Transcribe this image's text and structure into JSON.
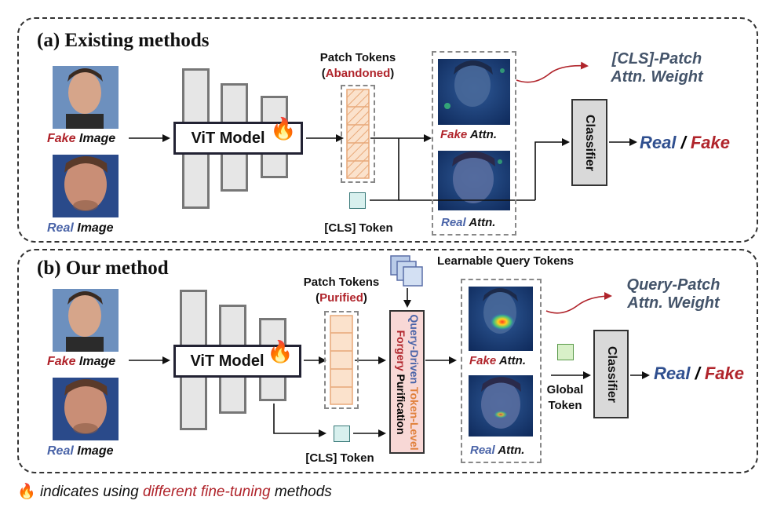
{
  "existing": {
    "title": "(a) Existing methods",
    "fake_word": "Fake",
    "fake_image_word": "Image",
    "real_word": "Real",
    "real_image_word": "Image",
    "vit_label": "ViT Model",
    "patch_tokens_line1": "Patch Tokens",
    "patch_tokens_paren_open": "(",
    "patch_tokens_status": "Abandoned",
    "patch_tokens_paren_close": ")",
    "cls_token": "[CLS] Token",
    "fake_attn_word": "Fake",
    "real_attn_word": "Real",
    "attn_word": "Attn.",
    "weight_line1": "[CLS]-Patch",
    "weight_line2": "Attn. Weight",
    "classifier": "Classifier",
    "out_real": "Real",
    "out_sep": "/",
    "out_fake": "Fake"
  },
  "ours": {
    "title": "(b) Our method",
    "fake_word": "Fake",
    "fake_image_word": "Image",
    "real_word": "Real",
    "real_image_word": "Image",
    "vit_label": "ViT Model",
    "patch_tokens_line1": "Patch Tokens",
    "patch_tokens_paren_open": "(",
    "patch_tokens_status": "Purified",
    "patch_tokens_paren_close": ")",
    "learnable_query": "Learnable Query Tokens",
    "purif_query": "Query-Driven",
    "purif_token": "Token-Level",
    "purif_forgery": "Forgery",
    "purif_purification": "Purification",
    "cls_token": "[CLS] Token",
    "fake_attn_word": "Fake",
    "real_attn_word": "Real",
    "attn_word": "Attn.",
    "weight_line1": "Query-Patch",
    "weight_line2": "Attn. Weight",
    "global_line1": "Global",
    "global_line2": "Token",
    "classifier": "Classifier",
    "out_real": "Real",
    "out_sep": "/",
    "out_fake": "Fake"
  },
  "footer": {
    "icon": "fire-icon",
    "prefix": "indicates using",
    "highlight": "different fine-tuning",
    "suffix": "methods"
  },
  "colors": {
    "fake": "#b0242b",
    "real": "#4a64a8",
    "arrow_red": "#b0242b",
    "fire": "#f07a1a"
  }
}
